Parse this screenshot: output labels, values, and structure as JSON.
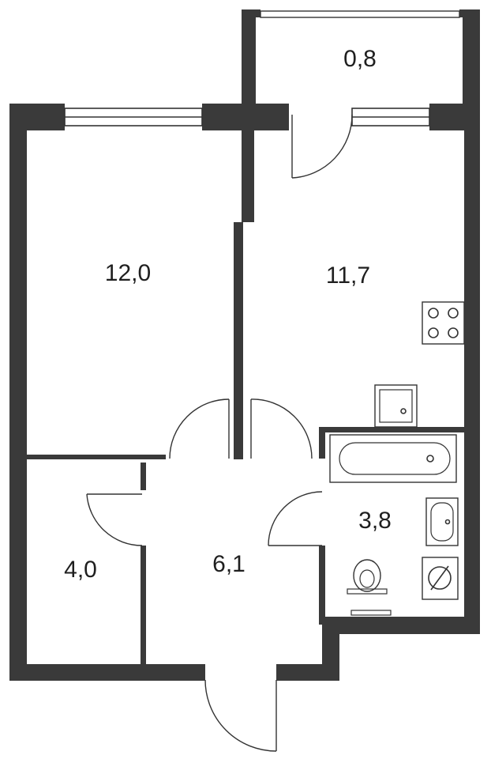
{
  "rooms": {
    "balcony": {
      "area": "0,8"
    },
    "room": {
      "area": "12,0"
    },
    "kitchen": {
      "area": "11,7"
    },
    "storage": {
      "area": "4,0"
    },
    "hall": {
      "area": "6,1"
    },
    "bathroom": {
      "area": "3,8"
    }
  },
  "icons": [
    "window",
    "door",
    "stove",
    "sink",
    "bathtub",
    "washbasin",
    "toilet",
    "electric-panel"
  ],
  "colors": {
    "wall": "#3a3a3a",
    "line": "#333333",
    "background": "#ffffff"
  }
}
